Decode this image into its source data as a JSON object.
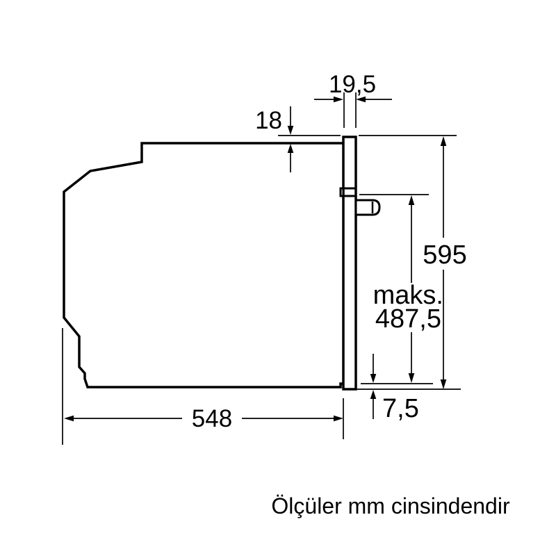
{
  "diagram": {
    "caption": "Ölçüler mm cinsindendir",
    "line_color": "#000000",
    "background_color": "#ffffff",
    "dimensions": {
      "front_frame_width": "19,5",
      "top_overhang": "18",
      "front_height": "595",
      "max_prefix": "maks.",
      "max_value": "487,5",
      "bottom_overhang": "7,5",
      "body_depth": "548"
    }
  }
}
